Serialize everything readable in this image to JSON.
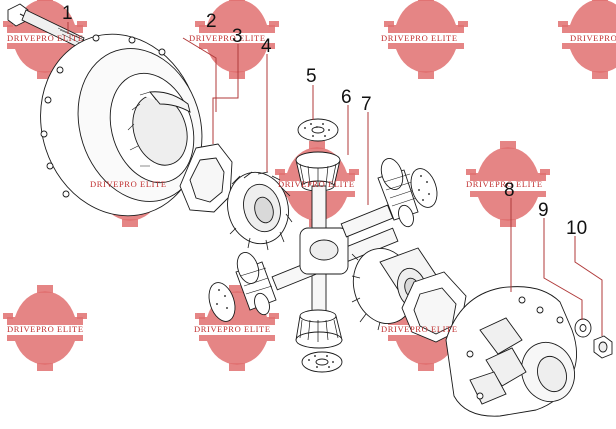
{
  "watermark": {
    "text": "DRIVEPRO ELITE",
    "color": "#d95a5a",
    "text_color": "#c03030"
  },
  "callouts": [
    {
      "id": "c1",
      "number": "1"
    },
    {
      "id": "c2",
      "number": "2"
    },
    {
      "id": "c3",
      "number": "3"
    },
    {
      "id": "c4",
      "number": "4"
    },
    {
      "id": "c5",
      "number": "5"
    },
    {
      "id": "c6",
      "number": "6"
    },
    {
      "id": "c7",
      "number": "7"
    },
    {
      "id": "c8",
      "number": "8"
    },
    {
      "id": "c9",
      "number": "9"
    },
    {
      "id": "c10",
      "number": "10"
    }
  ],
  "colors": {
    "line": "#1a1a1a",
    "part_fill": "#ffffff",
    "shade": "#d9d9d9"
  }
}
